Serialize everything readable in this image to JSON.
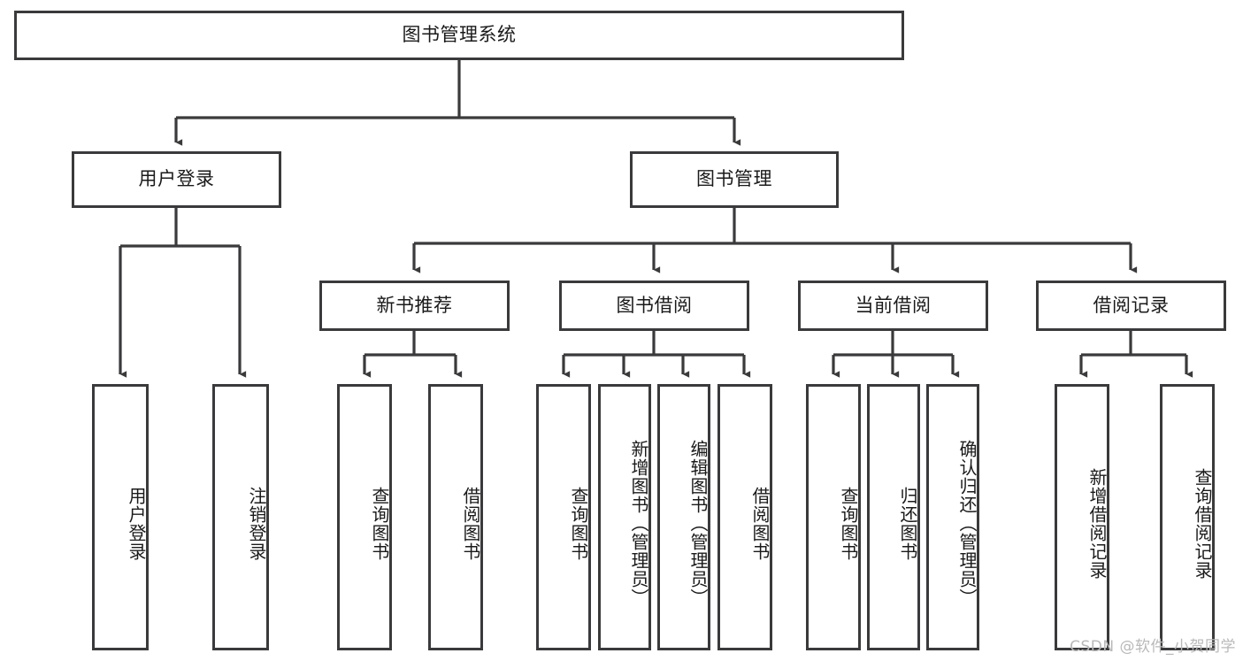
{
  "diagram": {
    "title": "图书管理系统",
    "type": "tree-hierarchy-chart",
    "watermark": "CSDN @软件_小贺同学",
    "colors": {
      "background": "#ffffff",
      "node_border": "#3a3a3c",
      "node_fill": "#ffffff",
      "edge": "#3a3a3c",
      "text": "#1a1a1a",
      "watermark": "#b9b9b9"
    },
    "nodes": {
      "root": {
        "label": "图书管理系统"
      },
      "level2": [
        {
          "id": "user-login",
          "label": "用户登录"
        },
        {
          "id": "book-manage",
          "label": "图书管理"
        }
      ],
      "level3": [
        {
          "id": "new-book-recommend",
          "label": "新书推荐"
        },
        {
          "id": "book-borrow",
          "label": "图书借阅"
        },
        {
          "id": "current-borrow",
          "label": "当前借阅"
        },
        {
          "id": "borrow-record",
          "label": "借阅记录"
        }
      ],
      "leaves": {
        "user_login": [
          {
            "id": "leaf-user-login",
            "label": "用户登录"
          },
          {
            "id": "leaf-logout-login",
            "label": "注销登录"
          }
        ],
        "new_book_recommend": [
          {
            "id": "leaf-query-book-1",
            "label": "查询图书"
          },
          {
            "id": "leaf-borrow-book-1",
            "label": "借阅图书"
          }
        ],
        "book_borrow": [
          {
            "id": "leaf-query-book-2",
            "label": "查询图书"
          },
          {
            "id": "leaf-add-book",
            "label": "新增图书（管理员）"
          },
          {
            "id": "leaf-edit-book",
            "label": "编辑图书（管理员）"
          },
          {
            "id": "leaf-borrow-book-2",
            "label": "借阅图书"
          }
        ],
        "current_borrow": [
          {
            "id": "leaf-query-book-3",
            "label": "查询图书"
          },
          {
            "id": "leaf-return-book",
            "label": "归还图书"
          },
          {
            "id": "leaf-confirm-return",
            "label": "确认归还（管理员）"
          }
        ],
        "borrow_record": [
          {
            "id": "leaf-add-record",
            "label": "新增借阅记录"
          },
          {
            "id": "leaf-query-record",
            "label": "查询借阅记录"
          }
        ]
      }
    }
  }
}
